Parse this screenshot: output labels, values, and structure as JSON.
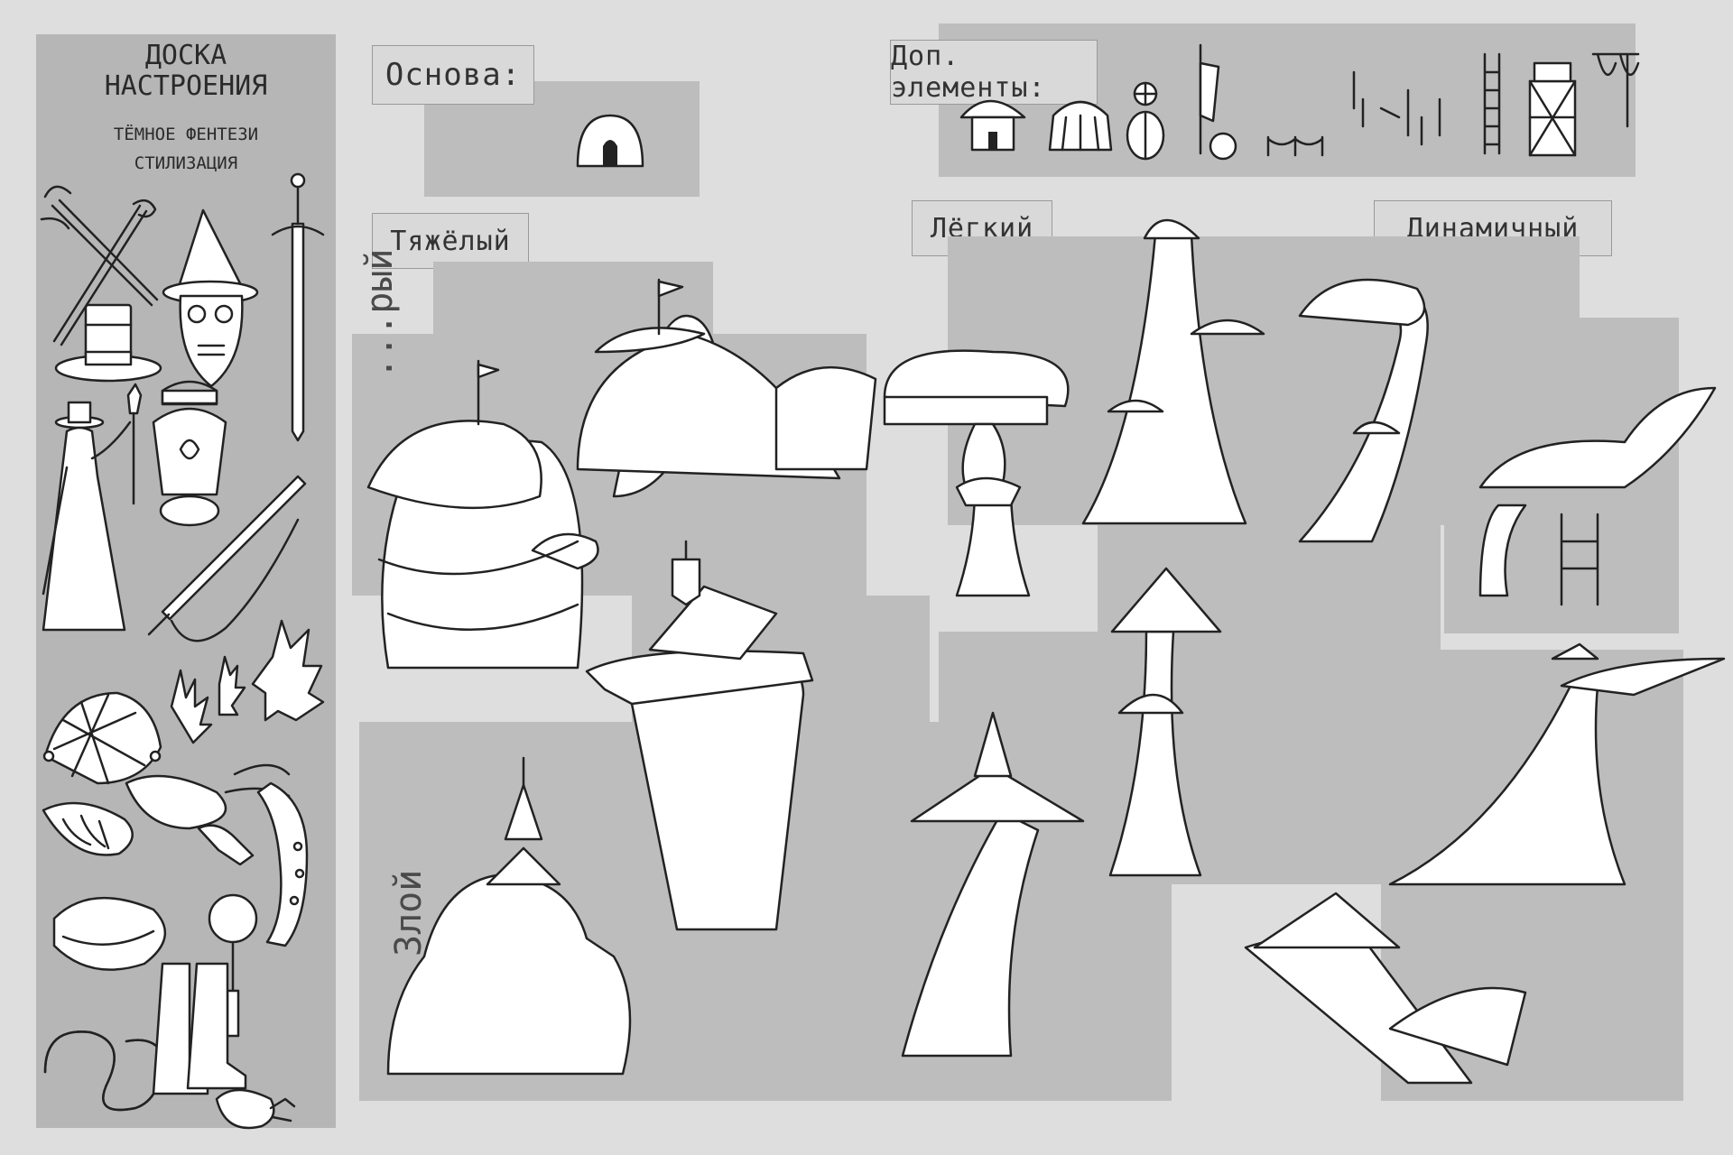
{
  "moodboard": {
    "title_line1": "ДОСКА",
    "title_line2": "НАСТРОЕНИЯ",
    "subtitle_line1": "ТЁМНОЕ ФЕНТЕЗИ",
    "subtitle_line2": "СТИЛИЗАЦИЯ"
  },
  "sections": {
    "base_label": "Основа:",
    "extras_label": "Доп. элементы:",
    "heavy_label": "Тяжёлый",
    "light_label": "Лёгкий",
    "dynamic_label": "Динамичный",
    "kind_label": "...рый",
    "evil_label": "Злой"
  },
  "icons": [
    "swords-icon",
    "wizard-icon",
    "sword-icon",
    "top-hat-icon",
    "lantern-icon",
    "plague-doctor-icon",
    "flute-icon",
    "leaf-icon",
    "net-icon",
    "shell-icon",
    "feather-icon",
    "tentacle-icon",
    "oyster-icon",
    "magnifier-icon",
    "snake-icon",
    "boots-icon",
    "hermit-crab-icon"
  ]
}
